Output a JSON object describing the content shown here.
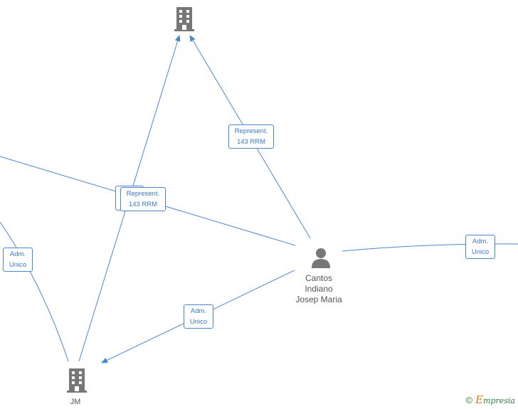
{
  "colors": {
    "edge": "#4a86d0",
    "icon": "#777777",
    "label_text": "#3a78c8"
  },
  "nodes": [
    {
      "id": "company-top",
      "icon": "building-icon",
      "label": ""
    },
    {
      "id": "person-cantos",
      "icon": "person-icon",
      "label_lines": [
        "Cantos",
        "Indiano",
        "Josep Maria"
      ]
    },
    {
      "id": "company-jm",
      "icon": "building-icon",
      "label": "JM"
    }
  ],
  "edges": [
    {
      "id": "edge-represent-left",
      "label_lines": [
        "Represent.",
        "143 RRM"
      ]
    },
    {
      "id": "edge-represent-right",
      "label_lines": [
        "Represent.",
        "143 RRM"
      ]
    },
    {
      "id": "edge-adm-left",
      "label_lines": [
        "Adm.",
        "Unico"
      ]
    },
    {
      "id": "edge-adm-bottom",
      "label_lines": [
        "Adm.",
        "Unico"
      ]
    },
    {
      "id": "edge-adm-right",
      "label_lines": [
        "Adm.",
        "Unico"
      ]
    }
  ],
  "footer": {
    "copyright": "©",
    "brand_initial": "E",
    "brand_rest": "mpresia"
  }
}
